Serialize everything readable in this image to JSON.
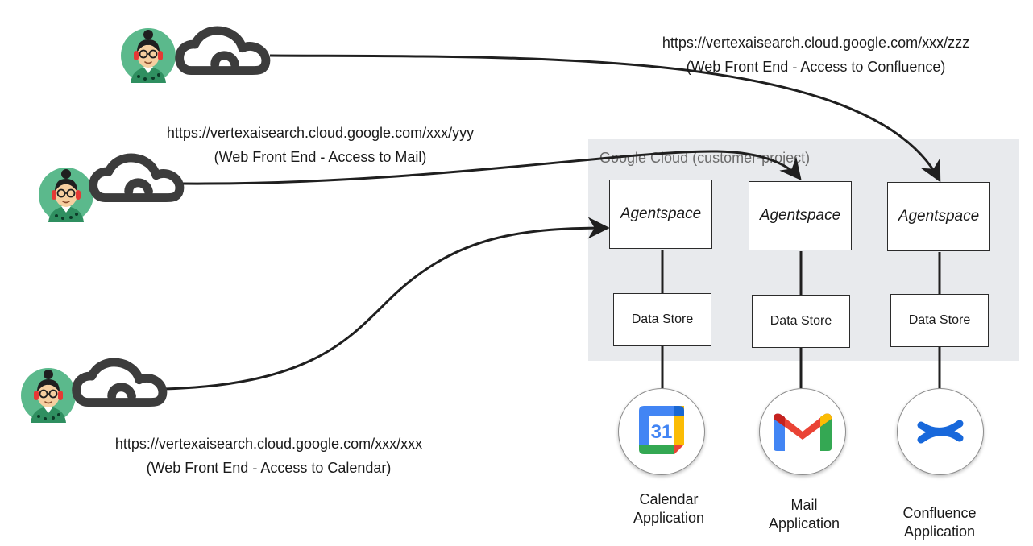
{
  "google_cloud": {
    "label": "Google Cloud (customer-project)"
  },
  "agentspaces": [
    {
      "label": "Agentspace",
      "data_store": "Data Store",
      "app_name": "Calendar",
      "app_type": "Application",
      "app_icon": "google-calendar-icon"
    },
    {
      "label": "Agentspace",
      "data_store": "Data Store",
      "app_name": "Mail",
      "app_type": "Application",
      "app_icon": "gmail-icon"
    },
    {
      "label": "Agentspace",
      "data_store": "Data Store",
      "app_name": "Confluence",
      "app_type": "Application",
      "app_icon": "confluence-icon"
    }
  ],
  "users": [
    {
      "url": "https://vertexaisearch.cloud.google.com/xxx/zzz",
      "description": "(Web Front End - Access to Confluence)"
    },
    {
      "url": "https://vertexaisearch.cloud.google.com/xxx/yyy",
      "description": "(Web Front End - Access to Mail)"
    },
    {
      "url": "https://vertexaisearch.cloud.google.com/xxx/xxx",
      "description": "(Web Front End - Access to Calendar)"
    }
  ],
  "calendar_icon_text": "31",
  "colors": {
    "panel": "#e8eaed",
    "line": "#1f1f1f",
    "cloud_stroke": "#3c3c3c",
    "avatar_bg": "#5bb98c",
    "google_blue": "#4285F4",
    "google_red": "#EA4335",
    "google_yellow": "#FBBC04",
    "google_green": "#34A853",
    "confluence_blue": "#1868DB"
  }
}
